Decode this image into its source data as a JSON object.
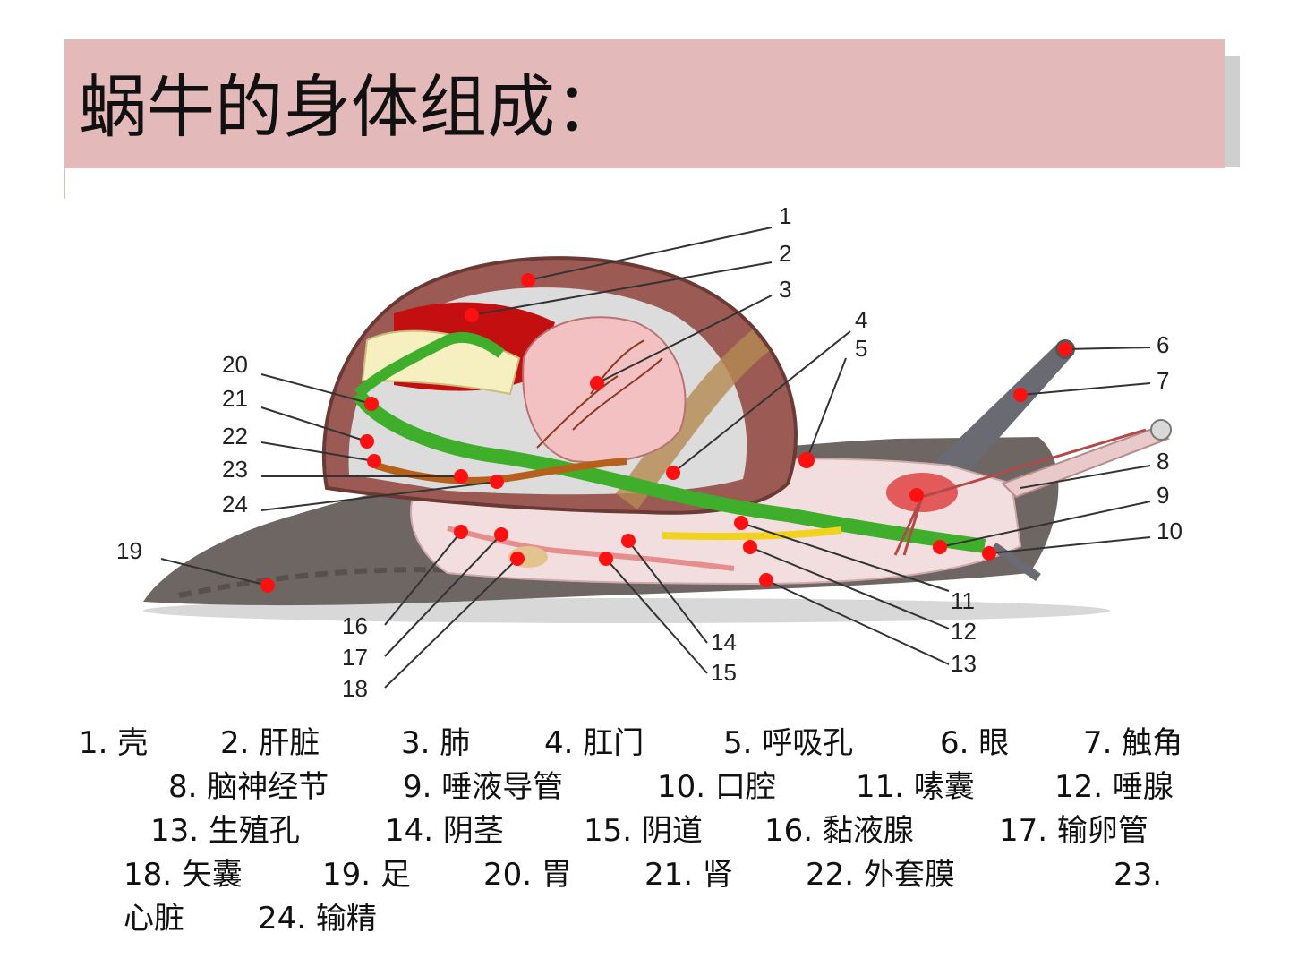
{
  "title": "蜗牛的身体组成：",
  "callout_numbers": [
    "1",
    "2",
    "3",
    "4",
    "5",
    "6",
    "7",
    "8",
    "9",
    "10",
    "11",
    "12",
    "13",
    "14",
    "15",
    "16",
    "17",
    "18",
    "19",
    "20",
    "21",
    "22",
    "23",
    "24"
  ],
  "legend": {
    "row1": [
      "1.  壳",
      "2.  肝脏",
      "3.  肺",
      "4.  肛门",
      "5.  呼吸孔",
      "6.  眼",
      "7.  触角"
    ],
    "row2": [
      "8.  脑神经节",
      "9.  唾液导管",
      "10.  口腔",
      "11.  嗉囊",
      "12.  唾腺"
    ],
    "row3": [
      "13.  生殖孔",
      "14.  阴茎",
      "15.  阴道",
      "16.  黏液腺",
      "17.  输卵管"
    ],
    "row4": [
      "18.  矢囊",
      "19.  足",
      "20.  胃",
      "21.  肾",
      "22.  外套膜",
      "23."
    ],
    "row5": [
      "心脏",
      "24.  输精"
    ]
  },
  "colors": {
    "title_bar": "#e4b9b9",
    "marker": "#ff1010",
    "shell": "#9c5a54",
    "foot": "#6e6662",
    "digestive": "#3fae2a",
    "liver": "#c40f10",
    "lung": "#f3c1c1"
  }
}
